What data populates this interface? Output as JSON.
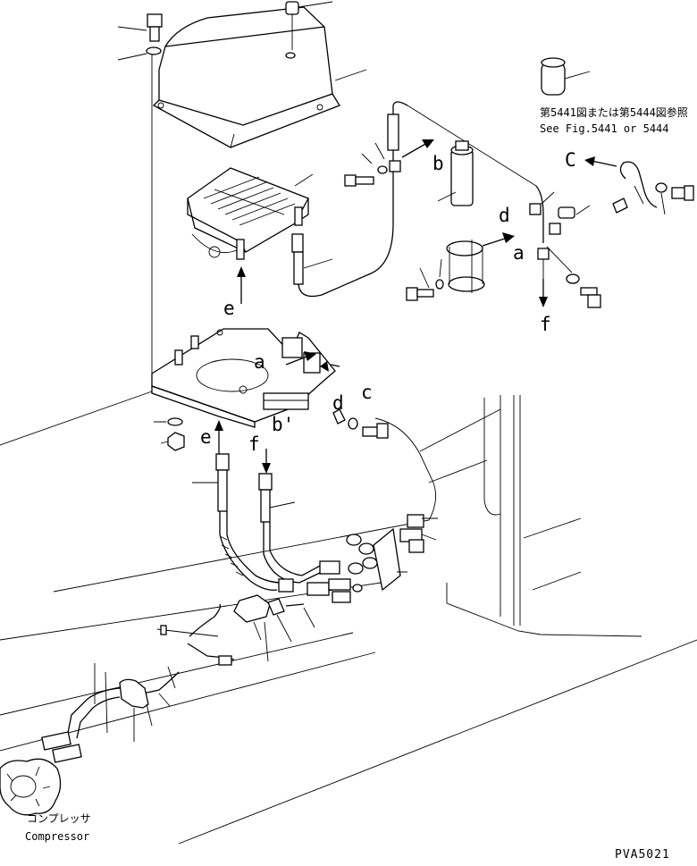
{
  "reference_note": {
    "jp": "第5441図または第5444図参照",
    "en": "See Fig.5441 or 5444"
  },
  "compressor": {
    "jp": "コンプレッサ",
    "en": "Compressor"
  },
  "figure_code": "PVA5021",
  "connection_labels": {
    "a_top": "a",
    "b_top": "b",
    "c_top": "C",
    "d_top": "d",
    "e_top": "e",
    "f_top": "f",
    "a_mid": "a",
    "b_mid": "b'",
    "c_mid": "c",
    "d_mid": "d",
    "e_mid": "e",
    "f_mid": "f"
  }
}
